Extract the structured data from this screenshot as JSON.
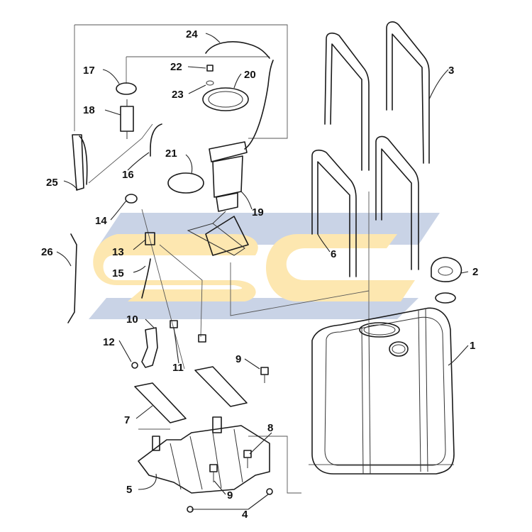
{
  "diagram": {
    "watermark": {
      "text": "SC",
      "colors": {
        "blue": "#c9d3e6",
        "yellow": "#fde7b0"
      }
    },
    "callouts": [
      {
        "id": "c1",
        "text": "1"
      },
      {
        "id": "c2",
        "text": "2"
      },
      {
        "id": "c3",
        "text": "3"
      },
      {
        "id": "c4",
        "text": "4"
      },
      {
        "id": "c5",
        "text": "5"
      },
      {
        "id": "c6",
        "text": "6"
      },
      {
        "id": "c7",
        "text": "7"
      },
      {
        "id": "c8",
        "text": "8"
      },
      {
        "id": "c9a",
        "text": "9"
      },
      {
        "id": "c9b",
        "text": "9"
      },
      {
        "id": "c10",
        "text": "10"
      },
      {
        "id": "c11",
        "text": "11"
      },
      {
        "id": "c12",
        "text": "12"
      },
      {
        "id": "c13",
        "text": "13"
      },
      {
        "id": "c14",
        "text": "14"
      },
      {
        "id": "c15",
        "text": "15"
      },
      {
        "id": "c16",
        "text": "16"
      },
      {
        "id": "c17",
        "text": "17"
      },
      {
        "id": "c18",
        "text": "18"
      },
      {
        "id": "c19",
        "text": "19"
      },
      {
        "id": "c20",
        "text": "20"
      },
      {
        "id": "c21",
        "text": "21"
      },
      {
        "id": "c22",
        "text": "22"
      },
      {
        "id": "c23",
        "text": "23"
      },
      {
        "id": "c24",
        "text": "24"
      },
      {
        "id": "c25",
        "text": "25"
      },
      {
        "id": "c26",
        "text": "26"
      }
    ]
  }
}
